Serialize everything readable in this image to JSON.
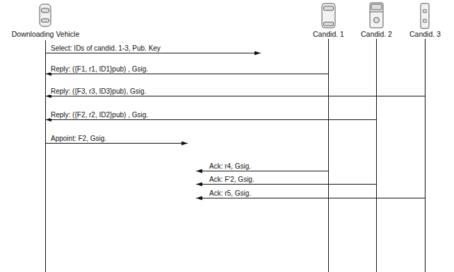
{
  "diagram": {
    "nodes": [
      {
        "text": [
          "Downloading Vehicle"
        ]
      },
      {
        "text": [
          "Candid. 1"
        ]
      },
      {
        "text": [
          "Candid. 2"
        ]
      },
      {
        "text": [
          "Candid. 3"
        ]
      }
    ],
    "edges": [
      {
        "from": 1,
        "to": 0,
        "arrow": "to",
        "label": "Reply: ({F1, r1, ID1}pub) , Gsig."
      },
      {
        "from": 3,
        "to": 0,
        "arrow": "to",
        "label": "Reply: ({F3, r3, ID3}pub), Gsig."
      },
      {
        "from": 2,
        "to": 0,
        "arrow": "to",
        "label": "Reply: ({F2, r2, ID2}pub) , Gsig."
      }
    ],
    "labels": [
      "Select: IDs of candid. 1-3, Pub. Key",
      "Appoint: F2, Gsig.",
      "Ack: r4, Gsig.",
      "Ack: F'2, Gsig.",
      "Ack: r5, Gsig."
    ]
  }
}
